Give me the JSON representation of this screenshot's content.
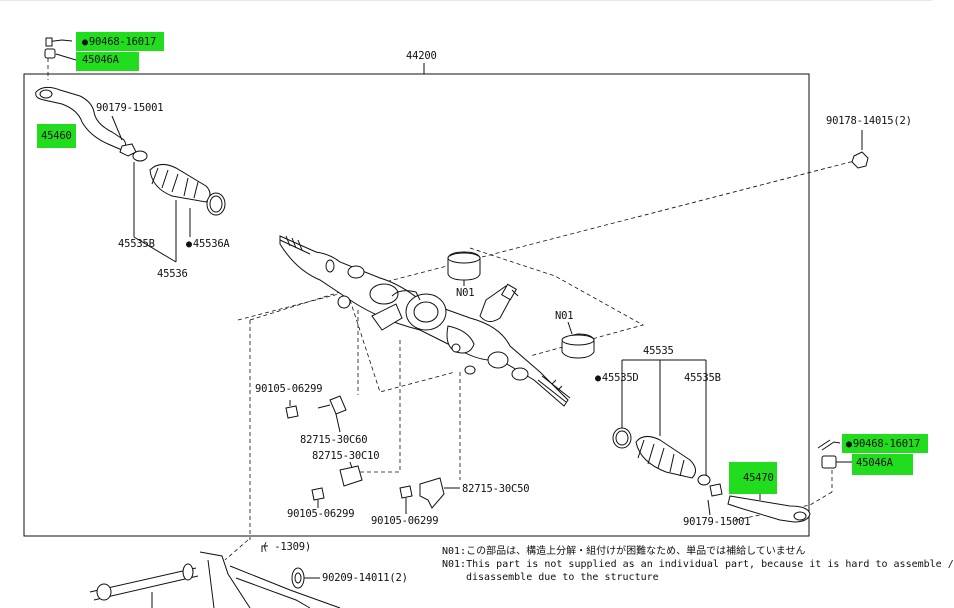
{
  "labels": {
    "assembly": "44200",
    "bolt_tl": "90468-16017",
    "nut_tl": "45046A",
    "tie_rod_end_left": "45460",
    "nut_left": "90179-15001",
    "boot_kit": "45536",
    "boot": "45535B",
    "clamp": "45536A",
    "nut_right_top": "90178-14015(2)",
    "bushing_top": "N01",
    "bushing_mid": "N01",
    "inner_rod_assy": "45535",
    "inner_rod_d": "45535D",
    "inner_rod_b": "45535B",
    "bolt_r": "90468-16017",
    "nut_r": "45046A",
    "tie_rod_end_right": "45470",
    "nut_bottom_r": "90179-15001",
    "bolt_a": "90105-06299",
    "bracket_a": "82715-30C60",
    "bracket_b": "82715-30C10",
    "bolt_b": "90105-06299",
    "bolt_c": "90105-06299",
    "bracket_c": "82715-30C50",
    "washer": "90209-14011(2)",
    "range": "( -1309)"
  },
  "notes": {
    "jp": "N01:この部品は、構造上分解・組付けが困難なため、単品では補給していません",
    "en1": "N01:This part is not supplied as an individual part, because it is hard to assemble /",
    "en2": "disassemble due to the structure"
  }
}
